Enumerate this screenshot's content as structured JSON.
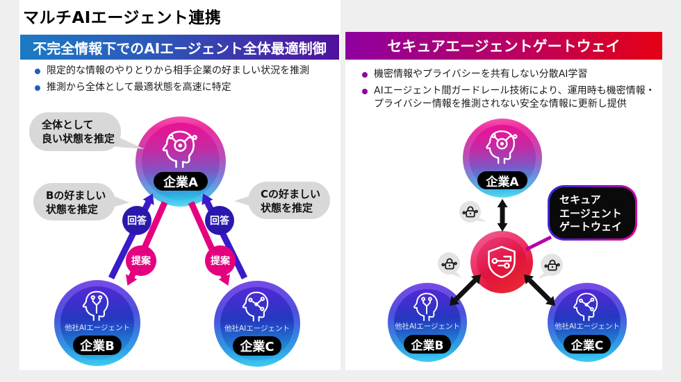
{
  "title": "マルチAIエージェント連携",
  "left_panel": {
    "header": "不完全情報下でのAIエージェント全体最適制御",
    "bullets": [
      "限定的な情報のやりとりから相手企業の好ましい状況を推測",
      "推測から全体として最適状態を高速に特定"
    ],
    "bubble_top": {
      "line1": "全体として",
      "line2": "良い状態を推定"
    },
    "bubble_b": {
      "line1": "Bの好ましい",
      "line2": "状態を推定"
    },
    "bubble_c": {
      "line1": "Cの好ましい",
      "line2": "状態を推定"
    },
    "label_answer": "回答",
    "label_proposal": "提案",
    "node_a": {
      "label": "企業A"
    },
    "node_b": {
      "label": "企業B",
      "sublabel": "他社AIエージェント"
    },
    "node_c": {
      "label": "企業C",
      "sublabel": "他社AIエージェント"
    }
  },
  "right_panel": {
    "header": "セキュアエージェントゲートウェイ",
    "bullets": [
      "機密情報やプライバシーを共有しない分散AI学習",
      "AIエージェント間ガードレール技術により、運用時も機密情報・",
      "プライバシー情報を推測されない安全な情報に更新し提供"
    ],
    "gateway_bubble": {
      "line1": "セキュア",
      "line2": "エージェント",
      "line3": "ゲートウェイ"
    },
    "node_a": {
      "label": "企業A"
    },
    "node_b": {
      "label": "企業B",
      "sublabel": "他社AIエージェント"
    },
    "node_c": {
      "label": "企業C",
      "sublabel": "他社AIエージェント"
    }
  },
  "colors": {
    "page_background": "#efeff0",
    "panel_background": "#ffffff",
    "left_header_gradient": [
      "#1b7bc4",
      "#50109d"
    ],
    "right_header_gradient": [
      "#8f00a0",
      "#e50012"
    ],
    "answer_badge": "#2a18ae",
    "proposal_badge": "#e5007f",
    "speech_bubble": "#d8d8d8",
    "black_arrow": "#111111",
    "gateway_border_gradient": [
      "#2b2fd4",
      "#e0089a"
    ]
  }
}
